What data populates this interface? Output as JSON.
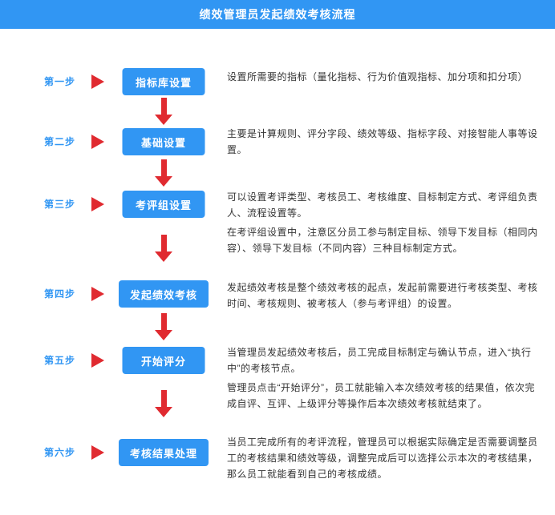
{
  "header": {
    "title": "绩效管理员发起绩效考核流程"
  },
  "colors": {
    "brand_blue": "#3196f3",
    "accent_red": "#e02a30",
    "text_dark": "#333333",
    "background": "#ffffff"
  },
  "steps": [
    {
      "label": "第一步",
      "button": "指标库设置",
      "desc": [
        "设置所需要的指标（量化指标、行为价值观指标、加分项和扣分项）"
      ]
    },
    {
      "label": "第二步",
      "button": "基础设置",
      "desc": [
        "主要是计算规则、评分字段、绩效等级、指标字段、对接智能人事等设置。"
      ]
    },
    {
      "label": "第三步",
      "button": "考评组设置",
      "desc": [
        "可以设置考评类型、考核员工、考核维度、目标制定方式、考评组负责人、流程设置等。",
        "在考评组设置中，注意区分员工参与制定目标、领导下发目标（相同内容）、领导下发目标（不同内容）三种目标制定方式。"
      ]
    },
    {
      "label": "第四步",
      "button": "发起绩效考核",
      "desc": [
        "发起绩效考核是整个绩效考核的起点，发起前需要进行考核类型、考核时间、考核规则、被考核人（参与考评组）的设置。"
      ]
    },
    {
      "label": "第五步",
      "button": "开始评分",
      "desc": [
        "当管理员发起绩效考核后，员工完成目标制定与确认节点，进入“执行中”的考核节点。",
        "管理员点击“开始评分”，员工就能输入本次绩效考核的结果值，依次完成自评、互评、上级评分等操作后本次绩效考核就结束了。"
      ]
    },
    {
      "label": "第六步",
      "button": "考核结果处理",
      "desc": [
        "当员工完成所有的考评流程，管理员可以根据实际确定是否需要调整员工的考核结果和绩效等级，调整完成后可以选择公示本次的考核结果，那么员工就能看到自己的考核成绩。"
      ]
    }
  ]
}
